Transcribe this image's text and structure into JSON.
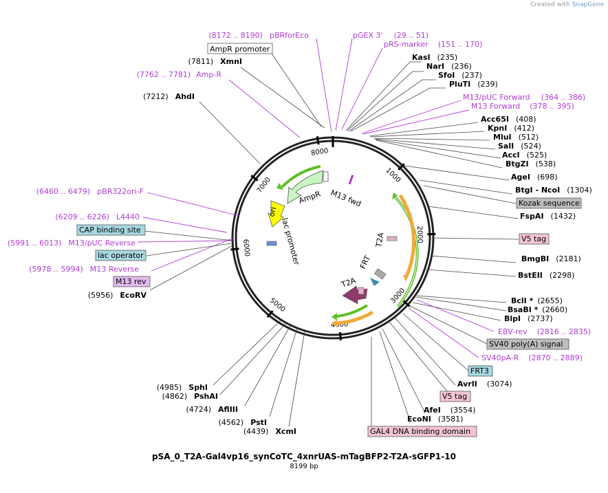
{
  "credit": {
    "prefix": "Created with",
    "brand": "SnapGene"
  },
  "title": "pSA_0_T2A-Gal4vp16_synCoTC_4xnrUAS-mTagBFP2-T2A-sGFP1-10",
  "subtitle": "8199 bp",
  "plasmid_length": 8199,
  "ticks": [
    "1000",
    "2000",
    "3000",
    "4000",
    "5000",
    "6000",
    "7000",
    "8000"
  ],
  "sites": [
    {
      "name": "KasI",
      "pos": "(235)"
    },
    {
      "name": "NarI",
      "pos": "(236)"
    },
    {
      "name": "SfoI",
      "pos": "(237)"
    },
    {
      "name": "PluTI",
      "pos": "(239)"
    },
    {
      "name": "Acc65I",
      "pos": "(408)"
    },
    {
      "name": "KpnI",
      "pos": "(412)"
    },
    {
      "name": "MluI",
      "pos": "(512)"
    },
    {
      "name": "SalI",
      "pos": "(524)"
    },
    {
      "name": "AccI",
      "pos": "(525)"
    },
    {
      "name": "BtgZI",
      "pos": "(538)"
    },
    {
      "name": "AgeI",
      "pos": "(698)"
    },
    {
      "name": "BtgI  -  NcoI",
      "pos": "(1304)"
    },
    {
      "name": "FspAI",
      "pos": "(1432)"
    },
    {
      "name": "BmgBI",
      "pos": "(2181)"
    },
    {
      "name": "BstEII",
      "pos": "(2298)"
    },
    {
      "name": "BclI *",
      "pos": "(2655)"
    },
    {
      "name": "BsaBI *",
      "pos": "(2660)"
    },
    {
      "name": "BlpI",
      "pos": "(2737)"
    },
    {
      "name": "AvrII",
      "pos": "(3074)"
    },
    {
      "name": "AfeI",
      "pos": "(3554)"
    },
    {
      "name": "EcoNI",
      "pos": "(3581)"
    },
    {
      "name": "XcmI",
      "pos": "(4439)"
    },
    {
      "name": "PstI",
      "pos": "(4562)"
    },
    {
      "name": "AflIII",
      "pos": "(4724)"
    },
    {
      "name": "PshAI",
      "pos": "(4862)"
    },
    {
      "name": "SphI",
      "pos": "(4985)"
    },
    {
      "name": "EcoRV",
      "pos": "(5956)"
    },
    {
      "name": "AhdI",
      "pos": "(7212)"
    },
    {
      "name": "XmnI",
      "pos": "(7811)"
    }
  ],
  "primers": [
    {
      "name": "pBRforEco",
      "range": "(8172 .. 8190)"
    },
    {
      "name": "pGEX 3'",
      "range": "(29 .. 51)"
    },
    {
      "name": "pRS-marker",
      "range": "(151 .. 170)"
    },
    {
      "name": "M13/pUC Forward",
      "range": "(364 .. 386)"
    },
    {
      "name": "M13 Forward",
      "range": "(378 .. 395)"
    },
    {
      "name": "Amp-R",
      "range": "(7762 .. 7781)"
    },
    {
      "name": "pBR322ori-F",
      "range": "(6460 .. 6479)"
    },
    {
      "name": "L4440",
      "range": "(6209 .. 6226)"
    },
    {
      "name": "M13/pUC Reverse",
      "range": "(5991 .. 6013)"
    },
    {
      "name": "M13 Reverse",
      "range": "(5978 .. 5994)"
    },
    {
      "name": "EBV-rev",
      "range": "(2816 .. 2835)"
    },
    {
      "name": "SV40pA-R",
      "range": "(2870 .. 2889)"
    }
  ],
  "boxed": {
    "amp_promoter": "AmpR promoter",
    "kozak": "Kozak sequence",
    "v5_a": "V5 tag",
    "cap": "CAP binding site",
    "lac_operator": "lac operator",
    "m13rev": "M13 rev",
    "sv40": "SV40 poly(A) signal",
    "frt3": "FRT3",
    "v5_b": "V5 tag",
    "gal4": "GAL4 DNA binding domain"
  },
  "features": {
    "m13fwd": "M13 fwd",
    "ampr": "AmpR",
    "ori": "ori",
    "lac_promoter": "lac promoter",
    "t2a_1": "T2A",
    "t2a_2": "T2A",
    "frt": "FRT"
  },
  "colors": {
    "ampr": "#c9f5c2",
    "ori": "#ffff00",
    "t2a": "#913a6a",
    "green_arc": "#5fbf2a",
    "orange_arc": "#f2a93a",
    "box_gray": "#bdbdbd",
    "box_teal": "#a8d8e0",
    "box_pink": "#f2c4d6",
    "box_violet": "#e3b9f0",
    "primer": "#b03ad6"
  }
}
